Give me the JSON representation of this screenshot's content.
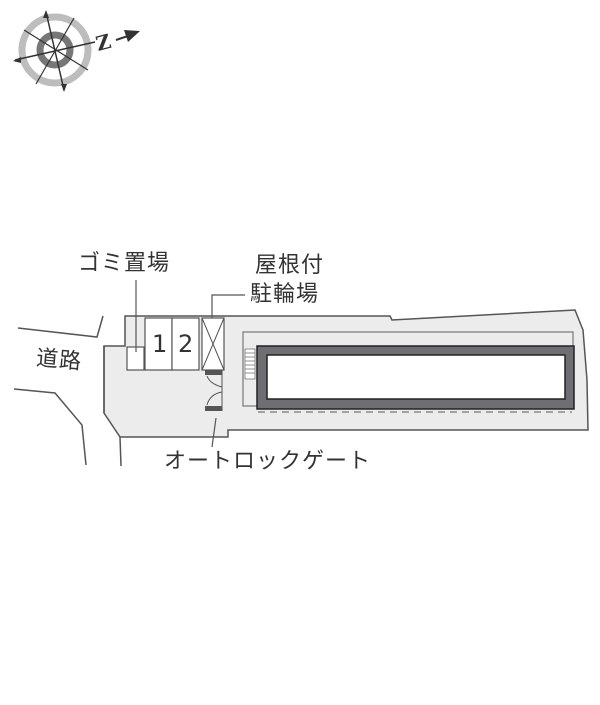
{
  "compass": {
    "north_label": "N",
    "icon": "compass-rose-icon"
  },
  "labels": {
    "garbage": "ゴミ置場",
    "bicycle_line1": "屋根付",
    "bicycle_line2": "駐輪場",
    "road": "道路",
    "autolock_gate": "オートロックゲート"
  },
  "parking": {
    "spaces": [
      "1",
      "2"
    ]
  },
  "colors": {
    "site_fill": "#ececec",
    "outline": "#555555",
    "building_wall": "#6e6e73",
    "building_interior": "#ffffff",
    "text": "#333333"
  }
}
